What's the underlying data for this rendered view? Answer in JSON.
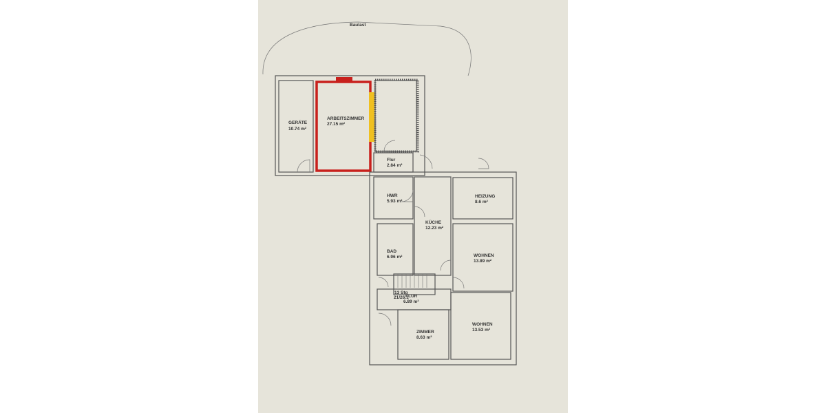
{
  "plan": {
    "baulast_label": "Baulast",
    "stairs_label_1": "13 Stg",
    "stairs_label_2": "21/26.1",
    "highlight_colors": {
      "red": "#c8201c",
      "yellow": "#f0c020"
    },
    "rooms": [
      {
        "name": "GERÄTE",
        "area": "10.74 m²"
      },
      {
        "name": "ARBEITSZIMMER",
        "area": "27.15 m²"
      },
      {
        "name": "Flur",
        "area": "2.84 m²"
      },
      {
        "name": "HWR",
        "area": "5.93 m²"
      },
      {
        "name": "HEIZUNG",
        "area": "8.6 m²"
      },
      {
        "name": "KÜCHE",
        "area": "12.23 m²"
      },
      {
        "name": "BAD",
        "area": "6.96 m²"
      },
      {
        "name": "WOHNEN",
        "area": "13.89 m²"
      },
      {
        "name": "FLUR",
        "area": "6.89 m²"
      },
      {
        "name": "ZIMMER",
        "area": "8.63 m²"
      },
      {
        "name": "WOHNEN",
        "area": "13.53 m²"
      }
    ]
  }
}
